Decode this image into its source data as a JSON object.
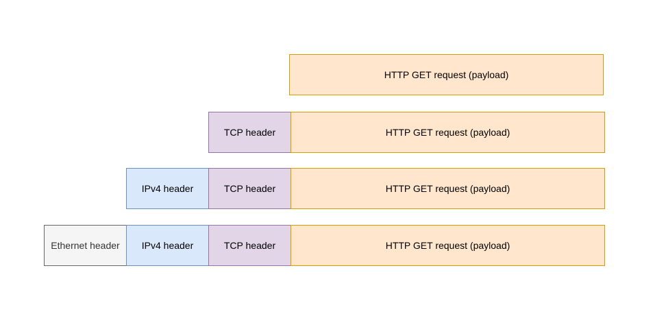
{
  "rows": [
    {
      "segments": [
        {
          "label": "HTTP GET request (payload)",
          "kind": "payload"
        }
      ]
    },
    {
      "segments": [
        {
          "label": "TCP header",
          "kind": "tcp"
        },
        {
          "label": "HTTP GET request (payload)",
          "kind": "payload"
        }
      ]
    },
    {
      "segments": [
        {
          "label": "IPv4 header",
          "kind": "ipv4"
        },
        {
          "label": "TCP header",
          "kind": "tcp"
        },
        {
          "label": "HTTP GET request (payload)",
          "kind": "payload"
        }
      ]
    },
    {
      "segments": [
        {
          "label": "Ethernet header",
          "kind": "ethernet"
        },
        {
          "label": "IPv4 header",
          "kind": "ipv4"
        },
        {
          "label": "TCP header",
          "kind": "tcp"
        },
        {
          "label": "HTTP GET request (payload)",
          "kind": "payload"
        }
      ]
    }
  ],
  "colors": {
    "payload_fill": "#ffe6cc",
    "payload_stroke": "#d79b00",
    "tcp_fill": "#e1d5e7",
    "tcp_stroke": "#9673a6",
    "ipv4_fill": "#dae8fc",
    "ipv4_stroke": "#6c8ebf",
    "ethernet_fill": "#f5f5f5",
    "ethernet_stroke": "#666666"
  }
}
